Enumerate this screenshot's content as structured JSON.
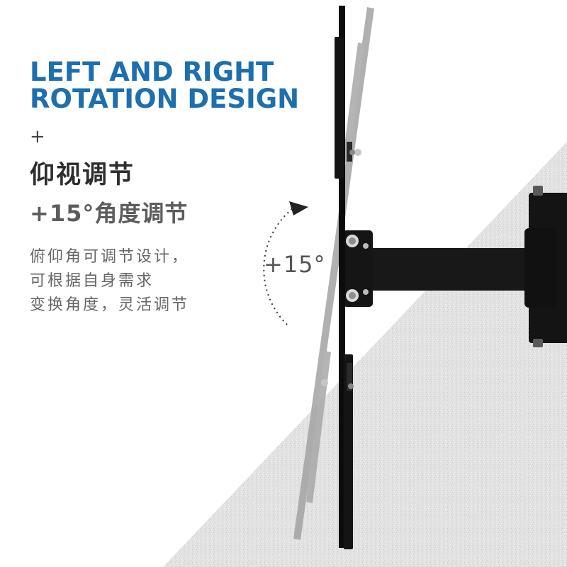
{
  "colors": {
    "title": "#1d6fae",
    "heading": "#2d2d2d",
    "subheading": "#5c5c5c",
    "body_text": "#666666",
    "bracket": "#111111",
    "bracket_ghost": "#9a9a9a",
    "wall": "#e4e4e4"
  },
  "title": {
    "line1": "LEFT AND RIGHT",
    "line2": "ROTATION DESIGN"
  },
  "plus_sign": "+",
  "heading": "仰视调节",
  "subheading": "+15°角度调节",
  "description": {
    "line1": "俯仰角可调节设计，",
    "line2": "可根据自身需求",
    "line3": "变换角度，灵活调节"
  },
  "angle_label": "+15°",
  "icons": [
    "rotation-arrow-icon"
  ]
}
